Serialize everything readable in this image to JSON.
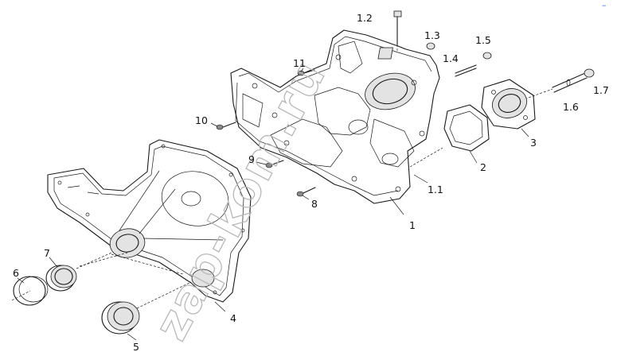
{
  "diagram": {
    "callouts": [
      {
        "id": "1",
        "label": "1"
      },
      {
        "id": "1.1",
        "label": "1.1"
      },
      {
        "id": "1.2",
        "label": "1.2"
      },
      {
        "id": "1.3",
        "label": "1.3"
      },
      {
        "id": "1.4",
        "label": "1.4"
      },
      {
        "id": "1.5",
        "label": "1.5"
      },
      {
        "id": "1.6",
        "label": "1.6"
      },
      {
        "id": "1.7",
        "label": "1.7"
      },
      {
        "id": "2",
        "label": "2"
      },
      {
        "id": "3",
        "label": "3"
      },
      {
        "id": "4",
        "label": "4"
      },
      {
        "id": "5",
        "label": "5"
      },
      {
        "id": "6",
        "label": "6"
      },
      {
        "id": "7",
        "label": "7"
      },
      {
        "id": "8",
        "label": "8"
      },
      {
        "id": "9",
        "label": "9"
      },
      {
        "id": "10",
        "label": "10"
      },
      {
        "id": "11",
        "label": "11"
      }
    ],
    "watermark": "zap-kom.ru",
    "corner_marker": "–"
  }
}
